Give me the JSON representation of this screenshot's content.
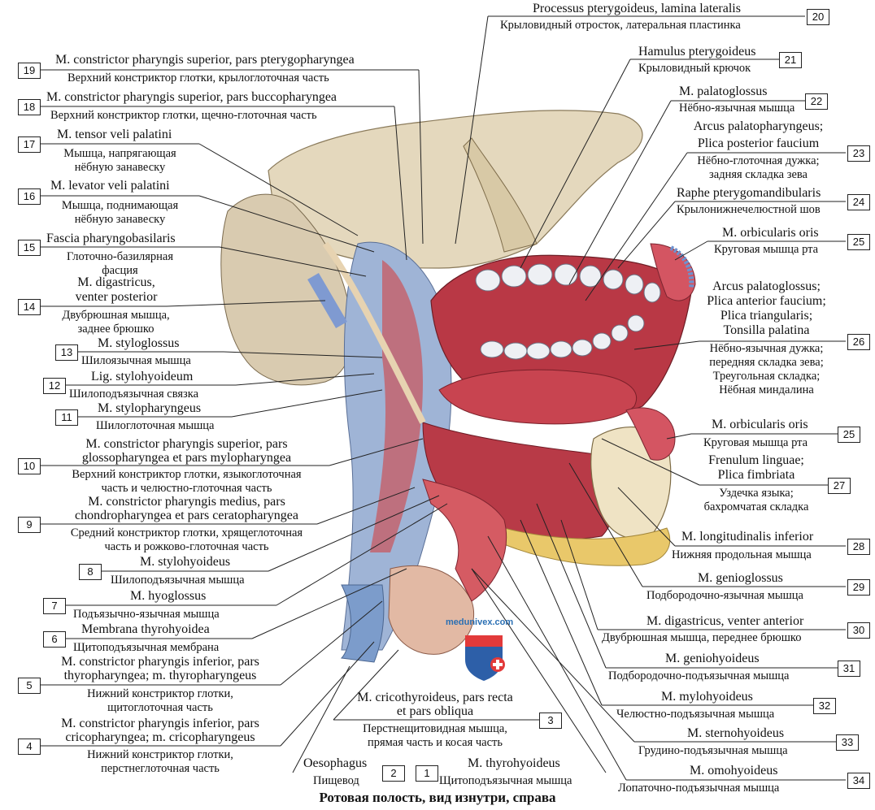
{
  "caption": "Ротовая полость, вид изнутри, справа",
  "watermark": "medunivex.com",
  "colors": {
    "muscle": "#c9454b",
    "bone": "#e8dcc4",
    "vessel": "#6f8fbf",
    "fat": "#e8c86a"
  },
  "labels": [
    {
      "n": "20",
      "lat": "Processus pterygoideus, lamina lateralis",
      "ru": "Крыловидный отросток, латеральная пластинка"
    },
    {
      "n": "21",
      "lat": "Hamulus pterygoideus",
      "ru": "Крыловидный крючок"
    },
    {
      "n": "22",
      "lat": "M. palatoglossus",
      "ru": "Нёбно-язычная мышца"
    },
    {
      "n": "23",
      "lat": "Arcus palatopharyngeus;",
      "lat2": "Plica posterior faucium",
      "ru": "Нёбно-глоточная дужка;",
      "ru2": "задняя складка зева"
    },
    {
      "n": "24",
      "lat": "Raphe pterygomandibularis",
      "ru": "Крылонижнечелюстной шов"
    },
    {
      "n": "25",
      "lat": "M. orbicularis oris",
      "ru": "Круговая мышца рта"
    },
    {
      "n": "26",
      "lat": "Arcus palatoglossus;",
      "lat2": "Plica anterior faucium;",
      "lat3": "Plica triangularis;",
      "lat4": "Tonsilla palatina",
      "ru": "Нёбно-язычная дужка;",
      "ru2": "передняя складка зева;",
      "ru3": "Треугольная складка;",
      "ru4": "Нёбная миндалина"
    },
    {
      "n": "25",
      "lat": "M. orbicularis oris",
      "ru": "Круговая мышца рта"
    },
    {
      "n": "27",
      "lat": "Frenulum linguae;",
      "lat2": "Plica fimbriata",
      "ru": "Уздечка языка;",
      "ru2": "бахромчатая складка"
    },
    {
      "n": "28",
      "lat": "M. longitudinalis inferior",
      "ru": "Нижняя продольная мышца"
    },
    {
      "n": "29",
      "lat": "M. genioglossus",
      "ru": "Подбородочно-язычная мышца"
    },
    {
      "n": "30",
      "lat": "M. digastricus, venter anterior",
      "ru": "Двубрюшная мышца, переднее брюшко"
    },
    {
      "n": "31",
      "lat": "M. geniohyoideus",
      "ru": "Подбородочно-подъязычная мышца"
    },
    {
      "n": "32",
      "lat": "M. mylohyoideus",
      "ru": "Челюстно-подъязычная мышца"
    },
    {
      "n": "33",
      "lat": "M. sternohyoideus",
      "ru": "Грудино-подъязычная мышца"
    },
    {
      "n": "34",
      "lat": "M. omohyoideus",
      "ru": "Лопаточно-подъязычная мышца"
    },
    {
      "n": "19",
      "lat": "M. constrictor pharyngis superior, pars pterygopharyngea",
      "ru": "Верхний констриктор глотки, крылоглоточная часть"
    },
    {
      "n": "18",
      "lat": "M. constrictor pharyngis superior, pars buccopharyngea",
      "ru": "Верхний констриктор глотки, щечно-глоточная часть"
    },
    {
      "n": "17",
      "lat": "M. tensor veli palatini",
      "ru": "Мышца, напрягающая",
      "ru2": "нёбную занавеску"
    },
    {
      "n": "16",
      "lat": "M. levator veli palatini",
      "ru": "Мышца, поднимающая",
      "ru2": "нёбную занавеску"
    },
    {
      "n": "15",
      "lat": "Fascia pharyngobasilaris",
      "ru": "Глоточно-базилярная",
      "ru2": "фасция"
    },
    {
      "n": "14",
      "lat": "M. digastricus,",
      "lat2": "venter posterior",
      "ru": "Двубрюшная мышца,",
      "ru2": "заднее брюшко"
    },
    {
      "n": "13",
      "lat": "M. styloglossus",
      "ru": "Шилоязычная мышца"
    },
    {
      "n": "12",
      "lat": "Lig. stylohyoideum",
      "ru": "Шилоподъязычная связка"
    },
    {
      "n": "11",
      "lat": "M. stylopharyngeus",
      "ru": "Шилоглоточная мышца"
    },
    {
      "n": "10",
      "lat": "M. constrictor pharyngis superior, pars",
      "lat2": "glossopharyngea et pars mylopharyngea",
      "ru": "Верхний констриктор глотки, языкоглоточная",
      "ru2": "часть и челюстно-глоточная часть"
    },
    {
      "n": "9",
      "lat": "M. constrictor pharyngis medius, pars",
      "lat2": "chondropharyngea et pars ceratopharyngea",
      "ru": "Средний констриктор глотки, хрящеглоточная",
      "ru2": "часть и рожково-глоточная часть"
    },
    {
      "n": "8",
      "lat": "M. stylohyoideus",
      "ru": "Шилоподъязычная мышца"
    },
    {
      "n": "7",
      "lat": "M. hyoglossus",
      "ru": "Подъязычно-язычная мышца"
    },
    {
      "n": "6",
      "lat": "Membrana thyrohyoidea",
      "ru": "Щитоподъязычная мембрана"
    },
    {
      "n": "5",
      "lat": "M. constrictor pharyngis inferior, pars",
      "lat2": "thyropharyngea; m. thyropharyngeus",
      "ru": "Нижний констриктор глотки,",
      "ru2": "щитоглоточная часть"
    },
    {
      "n": "4",
      "lat": "M. constrictor pharyngis inferior, pars",
      "lat2": "cricopharyngea; m. cricopharyngeus",
      "ru": "Нижний констриктор глотки,",
      "ru2": "перстнеглоточная часть"
    },
    {
      "n": "3",
      "lat": "M. cricothyroideus, pars recta",
      "lat2": "et pars obliqua",
      "ru": "Перстнещитовидная мышца,",
      "ru2": "прямая часть и косая часть"
    },
    {
      "n": "2",
      "lat": "Oesophagus",
      "ru": "Пищевод"
    },
    {
      "n": "1",
      "lat": "M. thyrohyoideus",
      "ru": "Щитоподъязычная мышца"
    }
  ]
}
